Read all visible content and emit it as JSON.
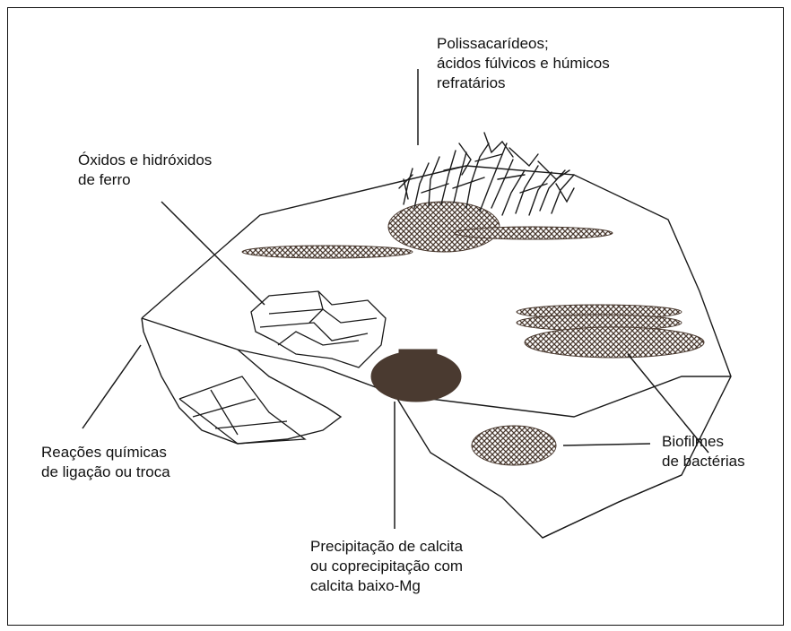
{
  "labels": {
    "polysaccharides": [
      "Polissacarídeos;",
      "ácidos fúlvicos e húmicos",
      "refratários"
    ],
    "iron_oxides": [
      "Óxidos e hidróxidos",
      "de ferro"
    ],
    "chemical_reactions": [
      "Reações químicas",
      "de ligação ou troca"
    ],
    "calcite": [
      "Precipitação de calcita",
      "ou coprecipitação com",
      "calcita baixo-Mg"
    ],
    "biofilms": [
      "Biofilmes",
      "de bactérias"
    ]
  },
  "colors": {
    "line": "#1a1a1a",
    "fill_dark": "#4a3a30",
    "hatch": "#4a3a30"
  }
}
